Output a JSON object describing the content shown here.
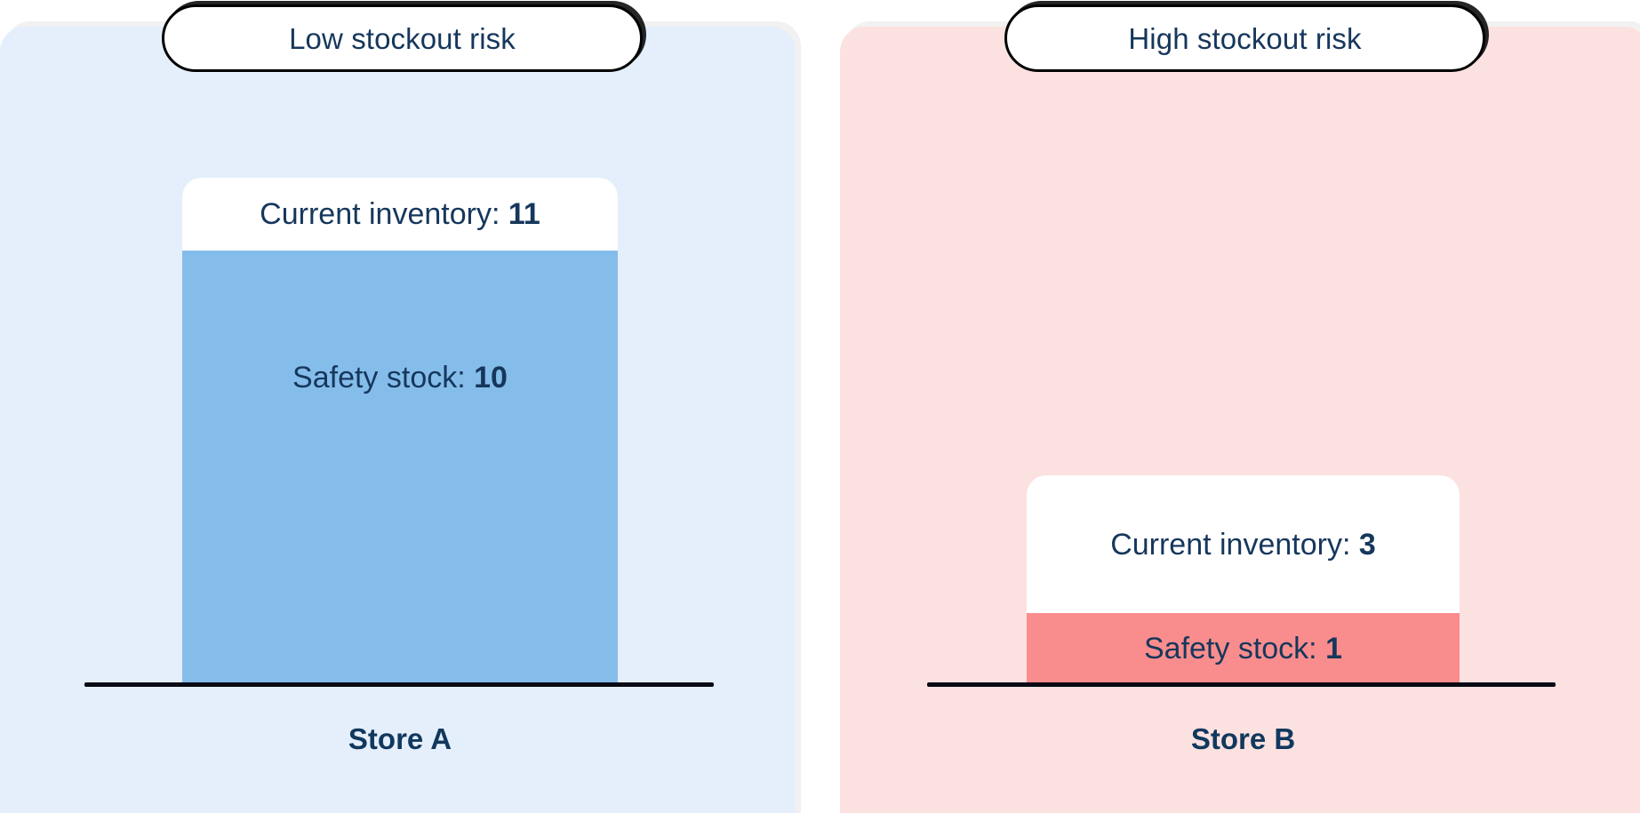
{
  "chart_data": {
    "type": "bar",
    "title": "",
    "categories": [
      "Store A",
      "Store B"
    ],
    "series": [
      {
        "name": "Current inventory",
        "values": [
          11,
          3
        ]
      },
      {
        "name": "Safety stock",
        "values": [
          10,
          1
        ]
      }
    ],
    "annotations": [
      "Low stockout risk",
      "High stockout risk"
    ],
    "ylabel": "",
    "xlabel": "",
    "grid": false,
    "legend": "none"
  },
  "panels": [
    {
      "id": "store-a",
      "badge": "Low stockout risk",
      "caption": "Store A",
      "inventory_label": "Current inventory:",
      "inventory_value": "11",
      "safety_label": "Safety stock:",
      "safety_value": "10",
      "bar_color": "#85bdea",
      "panel_color": "#e4effb"
    },
    {
      "id": "store-b",
      "badge": "High stockout risk",
      "caption": "Store B",
      "inventory_label": "Current inventory:",
      "inventory_value": "3",
      "safety_label": "Safety stock:",
      "safety_value": "1",
      "bar_color": "#f98d8d",
      "panel_color": "#fce1e1"
    }
  ],
  "colors": {
    "text": "#16375c",
    "axis": "#0a0a14",
    "badge_border": "#000000",
    "badge_fill": "#ffffff",
    "segment_fill": "#ffffff"
  }
}
